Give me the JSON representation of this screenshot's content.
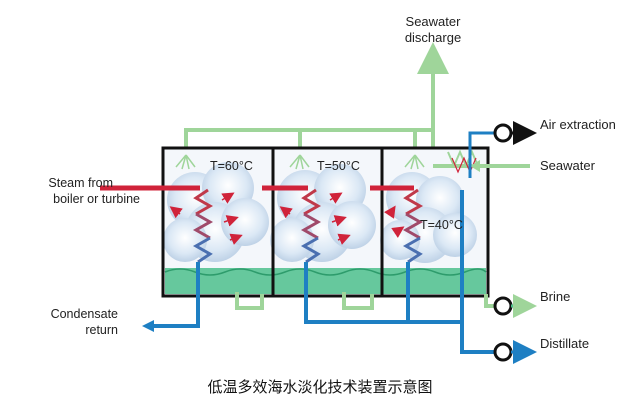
{
  "labels": {
    "seawater_discharge_1": "Seawater",
    "seawater_discharge_2": "discharge",
    "air_extraction": "Air extraction",
    "seawater_in": "Seawater",
    "steam_1": "Steam from",
    "steam_2": "boiler or turbine",
    "condensate_1": "Condensate",
    "condensate_2": "return",
    "brine": "Brine",
    "distillate": "Distillate"
  },
  "effects": [
    {
      "temperature": "T=60°C"
    },
    {
      "temperature": "T=50°C"
    },
    {
      "temperature": "T=40°C"
    }
  ],
  "caption": "低温多效海水淡化技术装置示意图",
  "colors": {
    "steam": "#d0233a",
    "condensate": "#1e7fc3",
    "seawater": "#9fd59a",
    "brine_water": "#4cc08c",
    "vessel": "#111111"
  }
}
